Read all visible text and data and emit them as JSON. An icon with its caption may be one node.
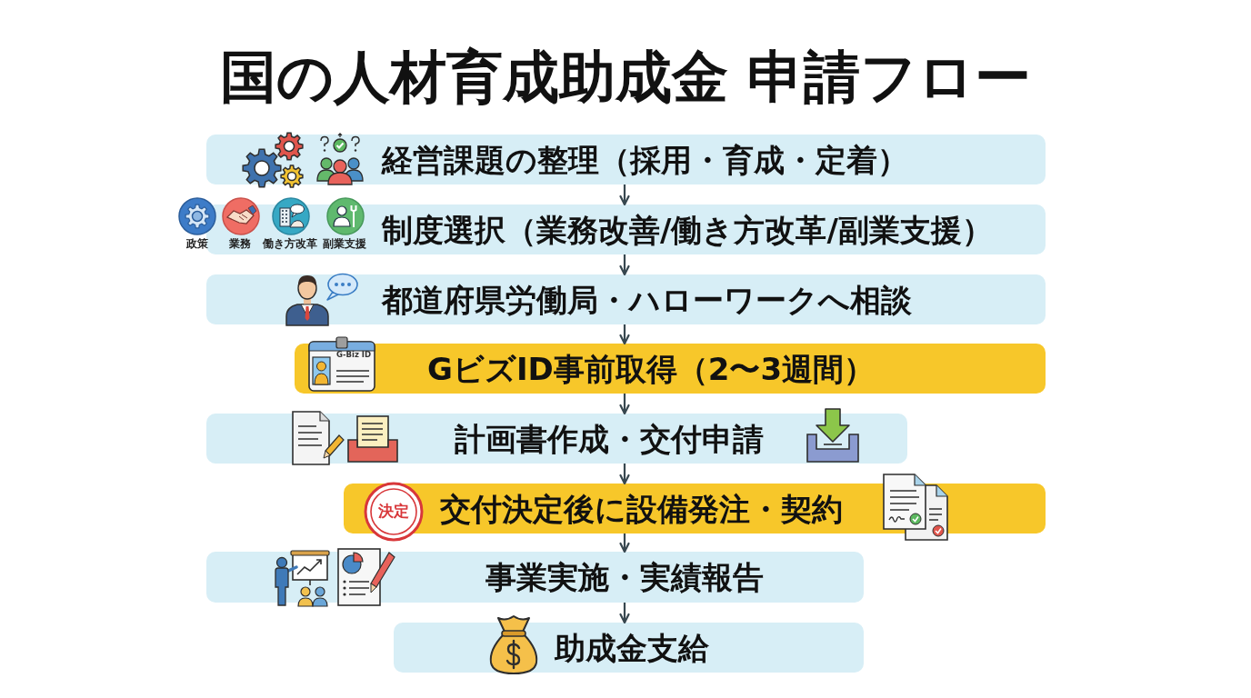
{
  "diagram": {
    "title": "国の人材育成助成金 申請フロー",
    "nodes": [
      {
        "text": [
          "経営課題の整理（採用・育成・定着）"
        ]
      },
      {
        "text": [
          "制度選択（業務改善/働き方改革/副業支援）"
        ]
      },
      {
        "text": [
          "都道府県労働局・ハローワークへ相談"
        ]
      },
      {
        "text": [
          "GビズID事前取得（2〜3週間）"
        ]
      },
      {
        "text": [
          "計画書作成・交付申請"
        ]
      },
      {
        "text": [
          "交付決定後に設備発注・契約"
        ]
      },
      {
        "text": [
          "事業実施・実績報告"
        ]
      },
      {
        "text": [
          "助成金支給"
        ]
      }
    ],
    "edges": [
      {
        "from": 0,
        "to": 1,
        "arrow": "to"
      },
      {
        "from": 1,
        "to": 2,
        "arrow": "to"
      },
      {
        "from": 2,
        "to": 3,
        "arrow": "to"
      },
      {
        "from": 3,
        "to": 4,
        "arrow": "to"
      },
      {
        "from": 4,
        "to": 5,
        "arrow": "to"
      },
      {
        "from": 5,
        "to": 6,
        "arrow": "to"
      },
      {
        "from": 6,
        "to": 7,
        "arrow": "to"
      }
    ],
    "labels": [
      "政策",
      "業務",
      "働き方改革",
      "副業支援",
      "G-Biz ID",
      "決定"
    ]
  }
}
